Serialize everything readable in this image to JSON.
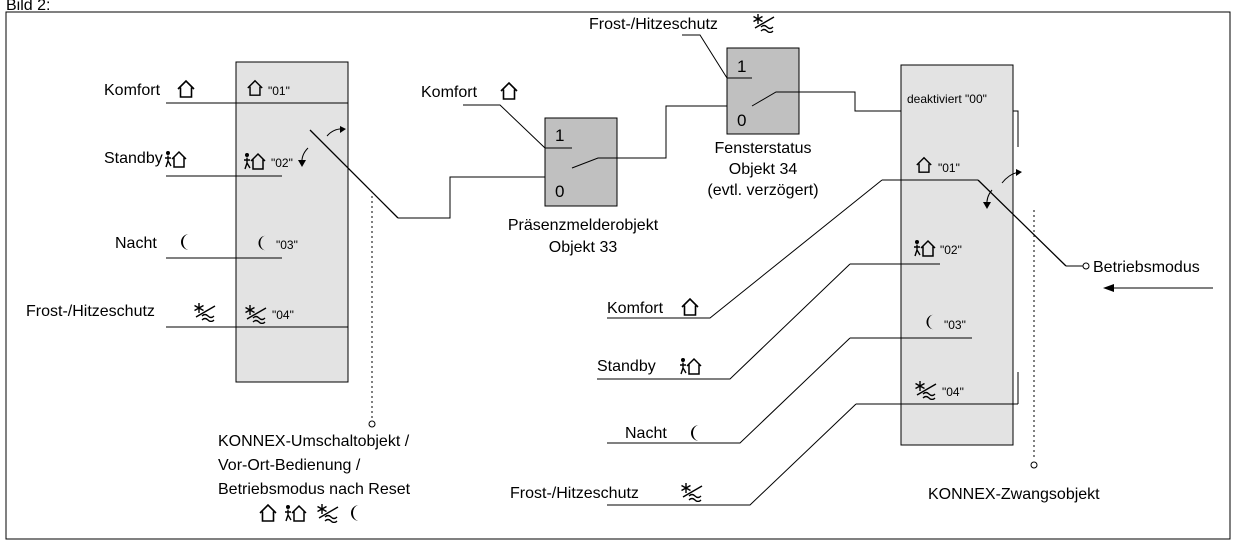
{
  "figure": {
    "caption": "Bild 2:",
    "colors": {
      "line": "#000000",
      "box_fill": "#e3e3e3",
      "gate_fill": "#c0c0c0",
      "background": "#ffffff"
    }
  },
  "left_switch": {
    "inputs": [
      "Komfort",
      "Standby",
      "Nacht",
      "Frost-/Hitzeschutz"
    ],
    "input_icons": [
      "komfort-house-icon",
      "standby-person-house-icon",
      "nacht-moon-icon",
      "frost-heat-icon"
    ],
    "positions": [
      "\"01\"",
      "\"02\"",
      "\"03\"",
      "\"04\""
    ],
    "caption": [
      "KONNEX-Umschaltobjekt /",
      "Vor-Ort-Bedienung /",
      "Betriebsmodus nach Reset"
    ],
    "caption_icons": [
      "komfort-house-icon",
      "standby-person-house-icon",
      "frost-heat-icon",
      "nacht-moon-icon"
    ]
  },
  "presence_gate": {
    "input_label": "Komfort",
    "in1": "1",
    "in0": "0",
    "caption": [
      "Präsenzmelderobjekt",
      "Objekt 33"
    ]
  },
  "window_gate": {
    "input_label": "Frost-/Hitzeschutz",
    "in1": "1",
    "in0": "0",
    "caption": [
      "Fensterstatus",
      "Objekt 34",
      "(evtl. verzögert)"
    ]
  },
  "right_switch": {
    "deactivated_label": "deaktiviert \"00\"",
    "positions": [
      "\"01\"",
      "\"02\"",
      "\"03\"",
      "\"04\""
    ],
    "inputs": [
      "Komfort",
      "Standby",
      "Nacht",
      "Frost-/Hitzeschutz"
    ],
    "caption": "KONNEX-Zwangsobjekt",
    "output_label": "Betriebsmodus"
  }
}
